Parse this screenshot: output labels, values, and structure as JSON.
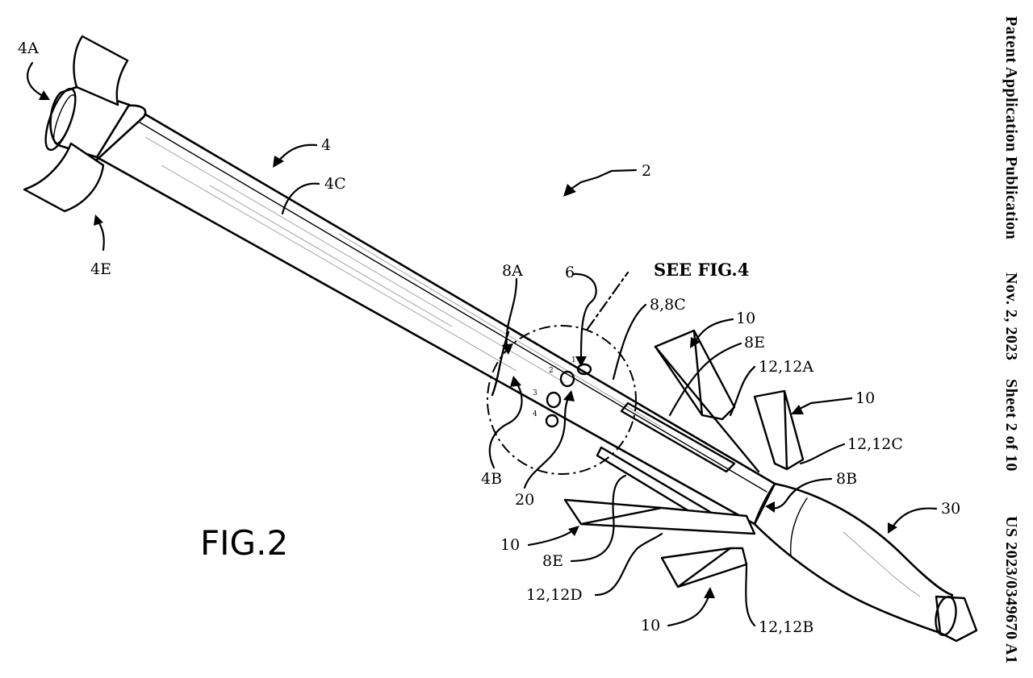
{
  "header": {
    "publication": "Patent Application Publication",
    "date": "Nov. 2, 2023",
    "sheet": "Sheet 2 of 10",
    "number": "US 2023/0349670 A1"
  },
  "figure": {
    "title": "FIG.2",
    "see_note": "SEE FIG.4"
  },
  "labels": {
    "l_4A": "4A",
    "l_4": "4",
    "l_4C": "4C",
    "l_4E": "4E",
    "l_2": "2",
    "l_8A": "8A",
    "l_6": "6",
    "l_8_8C": "8,8C",
    "l_10_top": "10",
    "l_8E_top": "8E",
    "l_12_12A": "12,12A",
    "l_10_right": "10",
    "l_12_12C": "12,12C",
    "l_8B": "8B",
    "l_30": "30",
    "l_4B": "4B",
    "l_20": "20",
    "l_10_left": "10",
    "l_8E_bottom": "8E",
    "l_12_12D": "12,12D",
    "l_10_bottom": "10",
    "l_12_12B": "12,12B"
  },
  "ports": {
    "p1": "1",
    "p2": "2",
    "p3": "3",
    "p4": "4"
  }
}
